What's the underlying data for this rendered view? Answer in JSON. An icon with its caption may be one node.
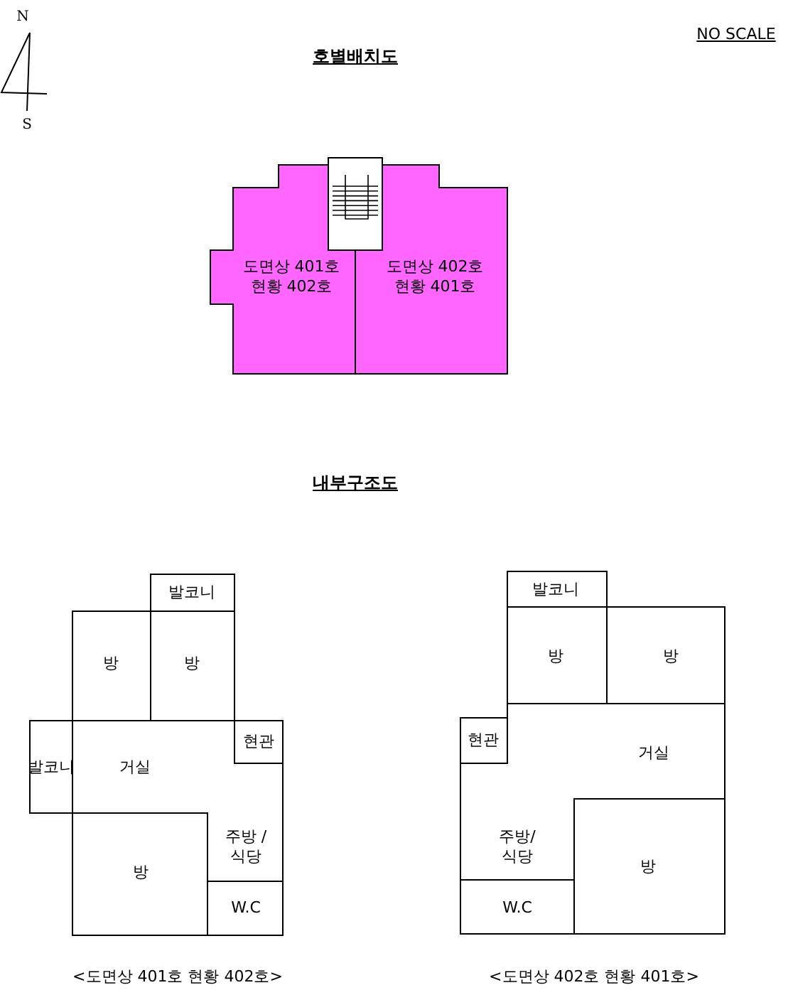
{
  "diagram": {
    "nodes": [
      {
        "text": [
          "도면상 401호 현황 402호"
        ]
      },
      {
        "text": [],
        "shape": "box"
      },
      {
        "text": [
          "도면상 402호 현황 401호"
        ]
      },
      {
        "text": [
          "발코니"
        ]
      },
      {
        "text": [
          "방"
        ]
      },
      {
        "text": [
          "방"
        ]
      },
      {
        "text": [
          "발코니"
        ]
      },
      {
        "text": [
          "거실"
        ]
      },
      {
        "text": [
          "현관"
        ]
      },
      {
        "text": [
          "주방 /식당"
        ]
      },
      {
        "text": [
          "방"
        ]
      },
      {
        "text": [
          "W.C"
        ]
      },
      {
        "text": [
          "발코니"
        ]
      },
      {
        "text": [
          "방"
        ]
      },
      {
        "text": [
          "방"
        ]
      },
      {
        "text": [
          "현관"
        ]
      },
      {
        "text": [
          "거실"
        ]
      },
      {
        "text": [
          "주방/ 식당"
        ]
      },
      {
        "text": [
          "방"
        ]
      },
      {
        "text": [
          "W.C"
        ]
      }
    ],
    "labels": [
      "N",
      "NO SCALE",
      "호별배치도",
      "S",
      "내부구조도",
      "<도면상 401호 현황 402호>",
      "<도면상 402호 현황 401호>"
    ]
  }
}
